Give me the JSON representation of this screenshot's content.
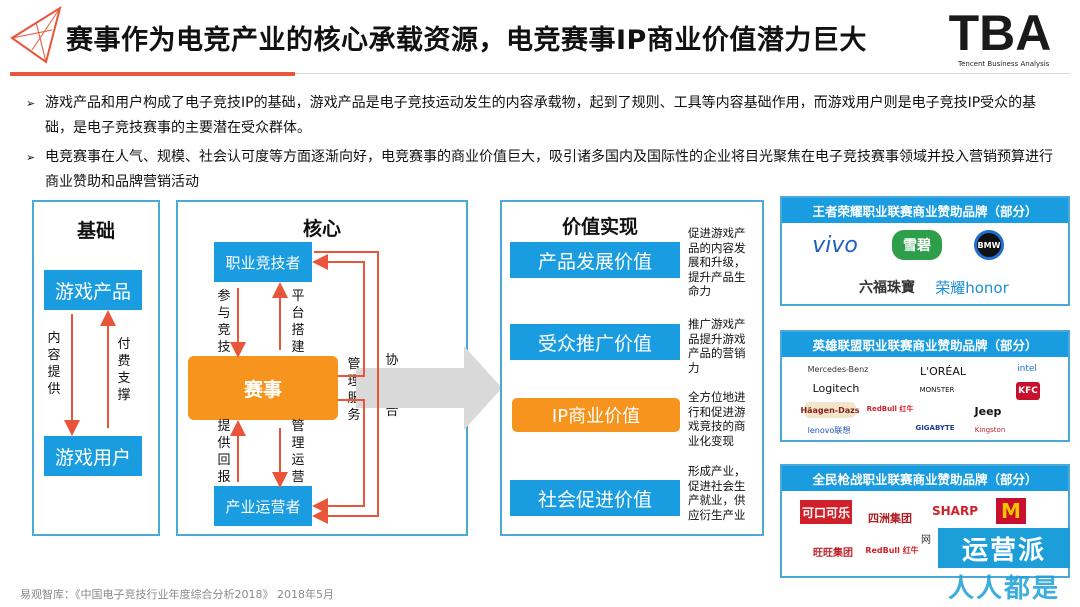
{
  "header": {
    "title": "赛事作为电竞产业的核心承载资源，电竞赛事IP商业价值潜力巨大",
    "brand_logo": "TBA",
    "brand_sub": "Tencent Business Analysis"
  },
  "bullets": [
    {
      "marker": "➢",
      "text": "游戏产品和用户构成了电子竞技IP的基础，游戏产品是电子竞技运动发生的内容承载物，起到了规则、工具等内容基础作用，而游戏用户则是电子竞技IP受众的基础，是电子竞技赛事的主要潜在受众群体。"
    },
    {
      "marker": "➢",
      "text": "电竞赛事在人气、规模、社会认可度等方面逐渐向好，电竞赛事的商业价值巨大，吸引诸多国内及国际性的企业将目光聚焦在电子竞技赛事领域并投入营销预算进行商业赞助和品牌营销活动"
    }
  ],
  "basis": {
    "title": "基础",
    "top_box": "游戏产品",
    "bottom_box": "游戏用户",
    "left_label": "内容提供",
    "right_label": "付费支撑"
  },
  "core": {
    "title": "核心",
    "top_box": "职业竞技者",
    "center_box": "赛事",
    "bottom_box": "产业运营者",
    "label_participate": "参与竞技",
    "label_platform": "平台搭建",
    "label_feedback": "提供回报",
    "label_manage_ops": "管理运营",
    "label_manage_service": "管理服务",
    "label_cooperate": "协作配合"
  },
  "value": {
    "title": "价值实现",
    "items": [
      {
        "label": "产品发展价值",
        "desc": "促进游戏产品的内容发展和升级，提升产品生命力"
      },
      {
        "label": "受众推广价值",
        "desc": "推广游戏产品提升游戏产品的营销力"
      },
      {
        "label": "IP商业价值",
        "desc": "全方位地进行和促进游戏竞技的商业化变现"
      },
      {
        "label": "社会促进价值",
        "desc": "形成产业，促进社会生产就业，供应衍生产业"
      }
    ]
  },
  "sponsors": [
    {
      "title": "王者荣耀职业联赛商业赞助品牌（部分）",
      "logos": [
        "vivo",
        "雪碧",
        "BMW",
        "六福珠寶",
        "荣耀honor"
      ]
    },
    {
      "title": "英雄联盟职业联赛商业赞助品牌（部分）",
      "logos": [
        "Mercedes-Benz",
        "Logitech",
        "L'ORÉAL",
        "Häagen-Dazs",
        "RedBull 红牛",
        "Jeep",
        "lenovo联想",
        "GIGABYTE",
        "Kingston",
        "intel",
        "KFC",
        "MONSTER"
      ]
    },
    {
      "title": "全民枪战职业联赛商业赞助品牌（部分）",
      "logos": [
        "可口可乐",
        "四洲集团",
        "SHARP",
        "M",
        "旺旺集团",
        "RedBull 红牛",
        "网"
      ]
    }
  ],
  "footer": "易观智库：《中国电子竞技行业年度综合分析2018》 2018年5月",
  "watermark": {
    "top": "运营派",
    "bottom": "人人都是"
  },
  "colors": {
    "accent_orange": "#f7941d",
    "accent_blue": "#1a9de0",
    "border_blue": "#4aa9d8",
    "arrow_red": "#e8553a"
  }
}
